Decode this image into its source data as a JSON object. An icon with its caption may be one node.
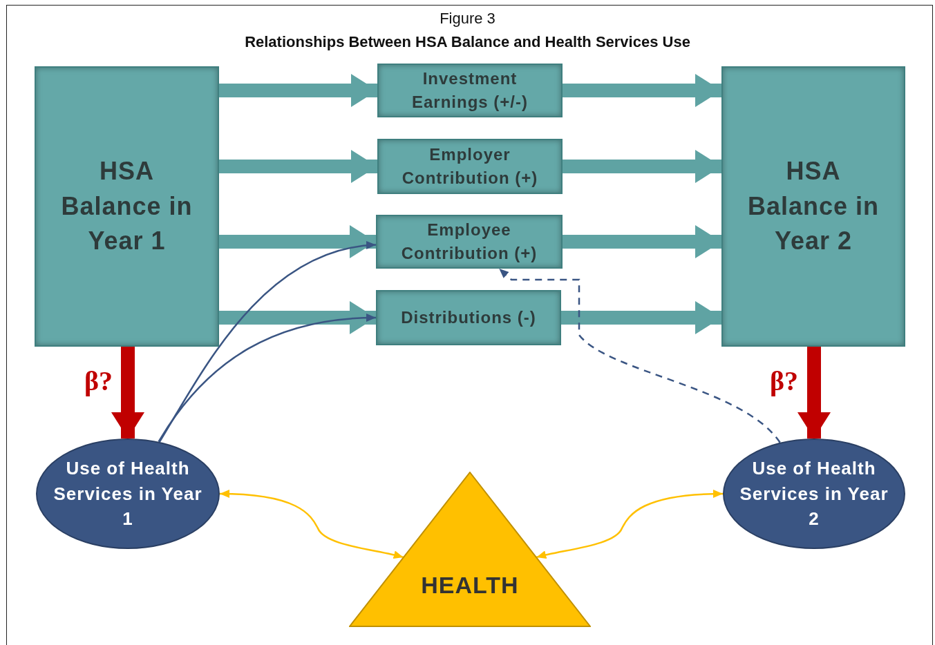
{
  "diagram": {
    "title": "Relationships Between HSA Balance and Health Services Use",
    "nodes": [
      {
        "text": [
          "HSA Balance in Year 1"
        ]
      },
      {
        "text": [
          "Investment Earnings (+/-)"
        ]
      },
      {
        "text": [
          "Employer Contribution (+)"
        ]
      },
      {
        "text": [
          "Employee Contribution (+)"
        ]
      },
      {
        "text": [
          "Distributions (-)"
        ]
      },
      {
        "text": [
          "HSA Balance in Year 2"
        ]
      },
      {
        "text": [
          "Use of Health Services in Year 1"
        ]
      },
      {
        "text": [
          "HEALTH"
        ]
      },
      {
        "text": [
          "Use of Health Services in Year 2"
        ]
      }
    ],
    "edges": [
      {
        "from": 0,
        "to": 1,
        "arrow": "to"
      },
      {
        "from": 0,
        "to": 2,
        "arrow": "to"
      },
      {
        "from": 0,
        "to": 3,
        "arrow": "to"
      },
      {
        "from": 0,
        "to": 4,
        "arrow": "to"
      },
      {
        "from": 1,
        "to": 5,
        "arrow": "to"
      },
      {
        "from": 2,
        "to": 5,
        "arrow": "to"
      },
      {
        "from": 3,
        "to": 5,
        "arrow": "to"
      },
      {
        "from": 4,
        "to": 5,
        "arrow": "to"
      },
      {
        "from": 0,
        "to": 6,
        "arrow": "to",
        "label": "β?",
        "color": "#c00000"
      },
      {
        "from": 5,
        "to": 8,
        "arrow": "to",
        "label": "β?",
        "color": "#c00000"
      },
      {
        "from": 6,
        "to": 3,
        "arrow": "to",
        "color": "#3a5583"
      },
      {
        "from": 6,
        "to": 4,
        "arrow": "to",
        "color": "#3a5583"
      },
      {
        "from": 8,
        "to": 3,
        "arrow": "to",
        "style": "dashed",
        "color": "#3a5583"
      },
      {
        "from": 6,
        "to": 7,
        "arrow": "both",
        "color": "#ffc000"
      },
      {
        "from": 7,
        "to": 8,
        "arrow": "both",
        "color": "#ffc000"
      }
    ],
    "labels": [
      "Figure 3"
    ]
  }
}
